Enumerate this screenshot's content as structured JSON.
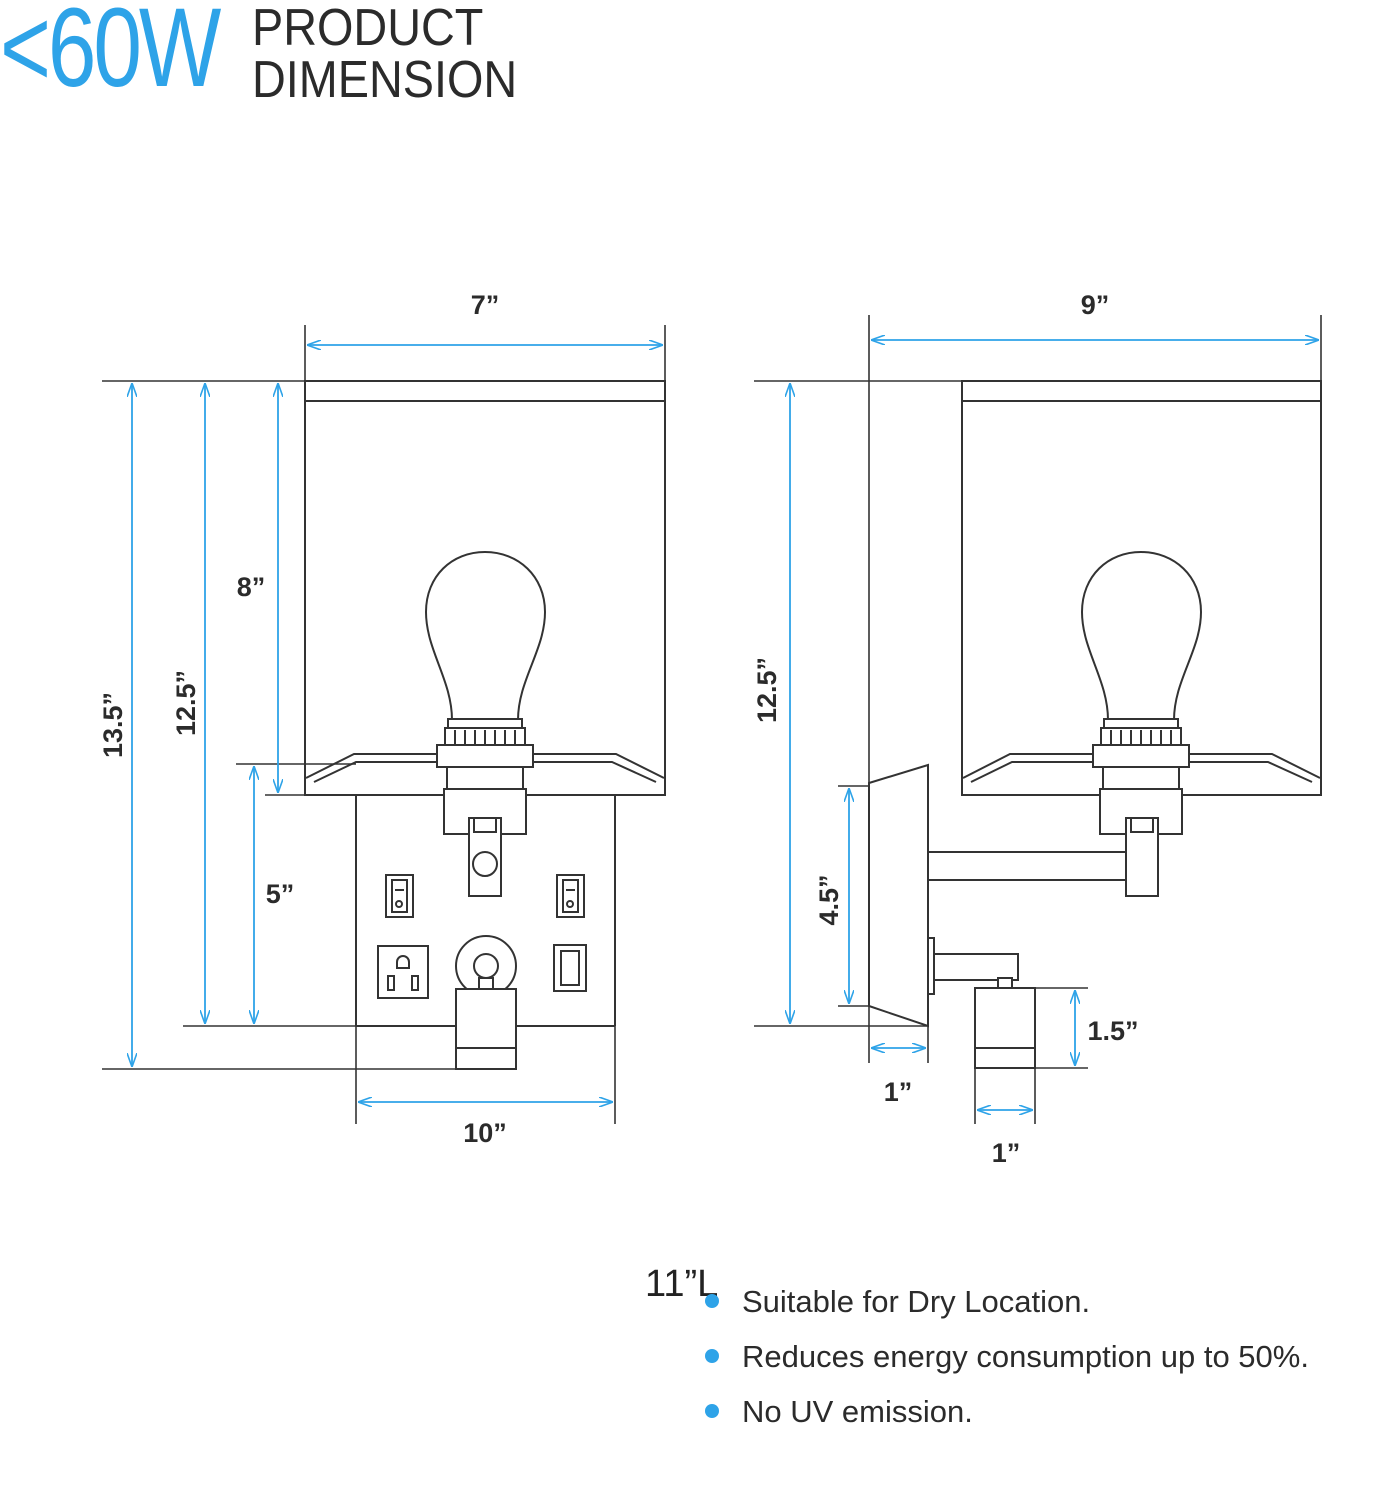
{
  "header": {
    "wattage": "<60W",
    "title_line1": "PRODUCT",
    "title_line2": "DIMENSION"
  },
  "colors": {
    "accent": "#2ea3e8",
    "outline": "#333333",
    "text": "#2b2b2b"
  },
  "front_view": {
    "shade_width": "7”",
    "total_height": "13.5”",
    "body_height": "12.5”",
    "shade_height": "8”",
    "backplate_height": "5”",
    "backplate_width": "10”"
  },
  "side_view": {
    "total_depth": "9”",
    "height": "12.5”",
    "backplate_height": "4.5”",
    "backplate_depth": "1”",
    "reading_light_height": "1.5”",
    "reading_light_width": "1”",
    "arm_length": "11”L"
  },
  "features": [
    "Suitable for Dry Location.",
    "Reduces energy consumption up to 50%.",
    "No UV emission."
  ]
}
